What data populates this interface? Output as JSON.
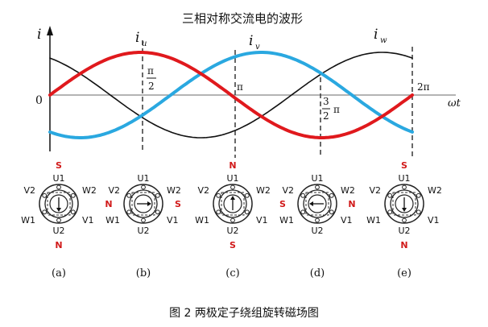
{
  "title": "三相对称交流电的波形",
  "caption": "图 2  两极定子绕组旋转磁场图",
  "axes": {
    "y_label": "i",
    "x_label": "ωt",
    "origin": "0"
  },
  "currents": [
    {
      "id": "u",
      "label": "i",
      "sub": "u",
      "color": "#e0191d"
    },
    {
      "id": "v",
      "label": "i",
      "sub": "v",
      "color": "#2aa8e0"
    },
    {
      "id": "w",
      "label": "i",
      "sub": "w",
      "color": "#111111"
    }
  ],
  "angle_marks": {
    "pi_half_top": "π",
    "pi_half_bottom": "2",
    "pi": "π",
    "three_half_frac_top": "3",
    "three_half_frac_bottom": "2",
    "three_half_pi": "π",
    "two_pi": "2π"
  },
  "motor_panels": [
    {
      "tag": "(a)",
      "pole_top": "S",
      "pole_bottom": "N",
      "pole_left": "",
      "pole_right": ""
    },
    {
      "tag": "(b)",
      "pole_top": "",
      "pole_bottom": "",
      "pole_left": "N",
      "pole_right": "S"
    },
    {
      "tag": "(c)",
      "pole_top": "N",
      "pole_bottom": "S",
      "pole_left": "",
      "pole_right": ""
    },
    {
      "tag": "(d)",
      "pole_top": "",
      "pole_bottom": "",
      "pole_left": "S",
      "pole_right": "N"
    },
    {
      "tag": "(e)",
      "pole_top": "S",
      "pole_bottom": "N",
      "pole_left": "",
      "pole_right": ""
    }
  ],
  "winding_labels": {
    "u1": "U1",
    "u2": "U2",
    "v1": "V1",
    "v2": "V2",
    "w1": "W1",
    "w2": "W2"
  }
}
